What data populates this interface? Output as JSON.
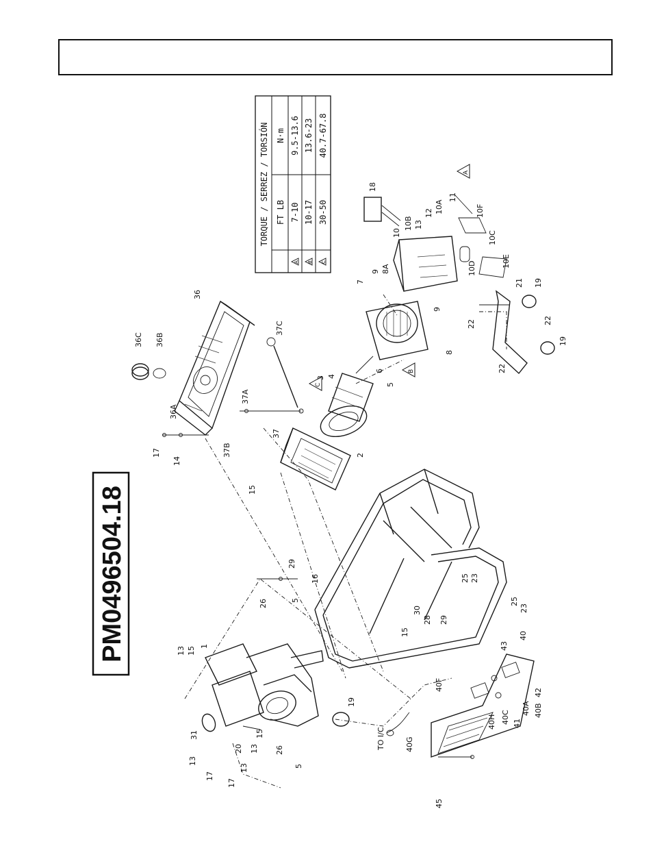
{
  "model_number": "PM0496504.18",
  "torque_table": {
    "header": "TORQUE / SERREZ / TORSIÓN",
    "columns": [
      "FT LB",
      "N·m"
    ],
    "rows": [
      {
        "mark": "A",
        "ft_lb": "7-10",
        "nm": "9.5-13.6"
      },
      {
        "mark": "B",
        "ft_lb": "10-17",
        "nm": "13.6-23"
      },
      {
        "mark": "C",
        "ft_lb": "30-50",
        "nm": "40.7-67.8"
      }
    ]
  },
  "part_labels": {
    "p1": "1",
    "p2": "2",
    "p3": "3",
    "p4": "4",
    "p5a": "5",
    "p5b": "5",
    "p5c": "5",
    "p6": "6",
    "p7": "7",
    "p8": "8",
    "p8a": "8A",
    "p9": "9",
    "p9b": "9",
    "p10": "10",
    "p10a": "10A",
    "p10b": "10B",
    "p10c": "10C",
    "p10d": "10D",
    "p10e": "10E",
    "p10f": "10F",
    "p11": "11",
    "p12": "12",
    "p13a": "13",
    "p13b": "13",
    "p13c": "13",
    "p13d": "13",
    "p13e": "13",
    "p14": "14",
    "p15a": "15",
    "p15b": "15",
    "p15c": "15",
    "p15d": "15",
    "p16": "16",
    "p17a": "17",
    "p17b": "17",
    "p17c": "17",
    "p18": "18",
    "p19a": "19",
    "p19b": "19",
    "p19c": "19",
    "p20": "20",
    "p21": "21",
    "p22a": "22",
    "p22b": "22",
    "p22c": "22",
    "p23a": "23",
    "p23b": "23",
    "p25a": "25",
    "p25b": "25",
    "p26a": "26",
    "p26b": "26",
    "p28": "28",
    "p29a": "29",
    "p29b": "29",
    "p30": "30",
    "p31": "31",
    "p36": "36",
    "p36a": "36A",
    "p36b": "36B",
    "p36c": "36C",
    "p37": "37",
    "p37a": "37A",
    "p37b": "37B",
    "p37c": "37C",
    "p40": "40",
    "p40a": "40A",
    "p40b": "40B",
    "p40c": "40C",
    "p40f": "40F",
    "p40g": "40G",
    "p40h": "40H",
    "p41": "41",
    "p42": "42",
    "p43": "43",
    "p45": "45",
    "to_ic": "TO I/C",
    "tri_a1": "A",
    "tri_a2": "A",
    "tri_b1": "B",
    "tri_b2": "B",
    "tri_c1": "C",
    "tri_c2": "C"
  }
}
